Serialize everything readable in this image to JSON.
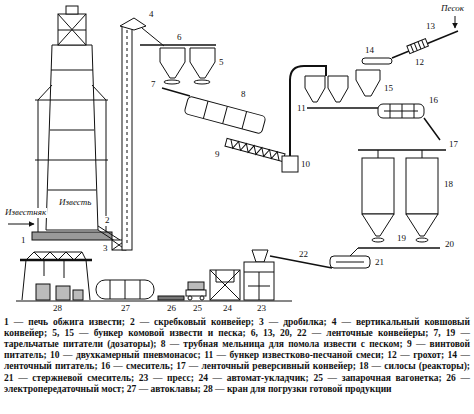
{
  "diagram": {
    "caption": "1 — печь обжига извести; 2 — скребковый конвейер; 3 — дробилка; 4 — вертикальный ковшовый конвейер; 5, 15 — бункер комовой извести и песка; 6, 13, 20, 22 — ленточные конвейеры; 7, 19 — тарельчатые питатели (дозаторы); 8 — трубная мельница для помола извести с песком; 9 — винтовой питатель; 10 — двухкамерный пневмонасос; 11 — бункер известково-песчаной смеси; 12 — грохот; 14 — ленточный питатель; 16 — смеситель; 17 — ленточный реверсивный конвейер; 18 — силосы (реакторы); 21 — стержневой смеситель; 23 — пресс; 24 — автомат-укладчик; 25 — запарочная вагонетка; 26 — электропередаточный мост; 27 — автоклавы; 28 — кран для погрузки готовой продукции",
    "labels": [
      "Песок",
      "13",
      "12",
      "14",
      "4",
      "6",
      "5",
      "7",
      "15",
      "8",
      "11",
      "16",
      "17",
      "9",
      "10",
      "Известняк",
      "Известь",
      "18",
      "1",
      "2",
      "3",
      "19",
      "20",
      "21",
      "22",
      "28",
      "27",
      "26",
      "25",
      "24",
      "23"
    ]
  }
}
